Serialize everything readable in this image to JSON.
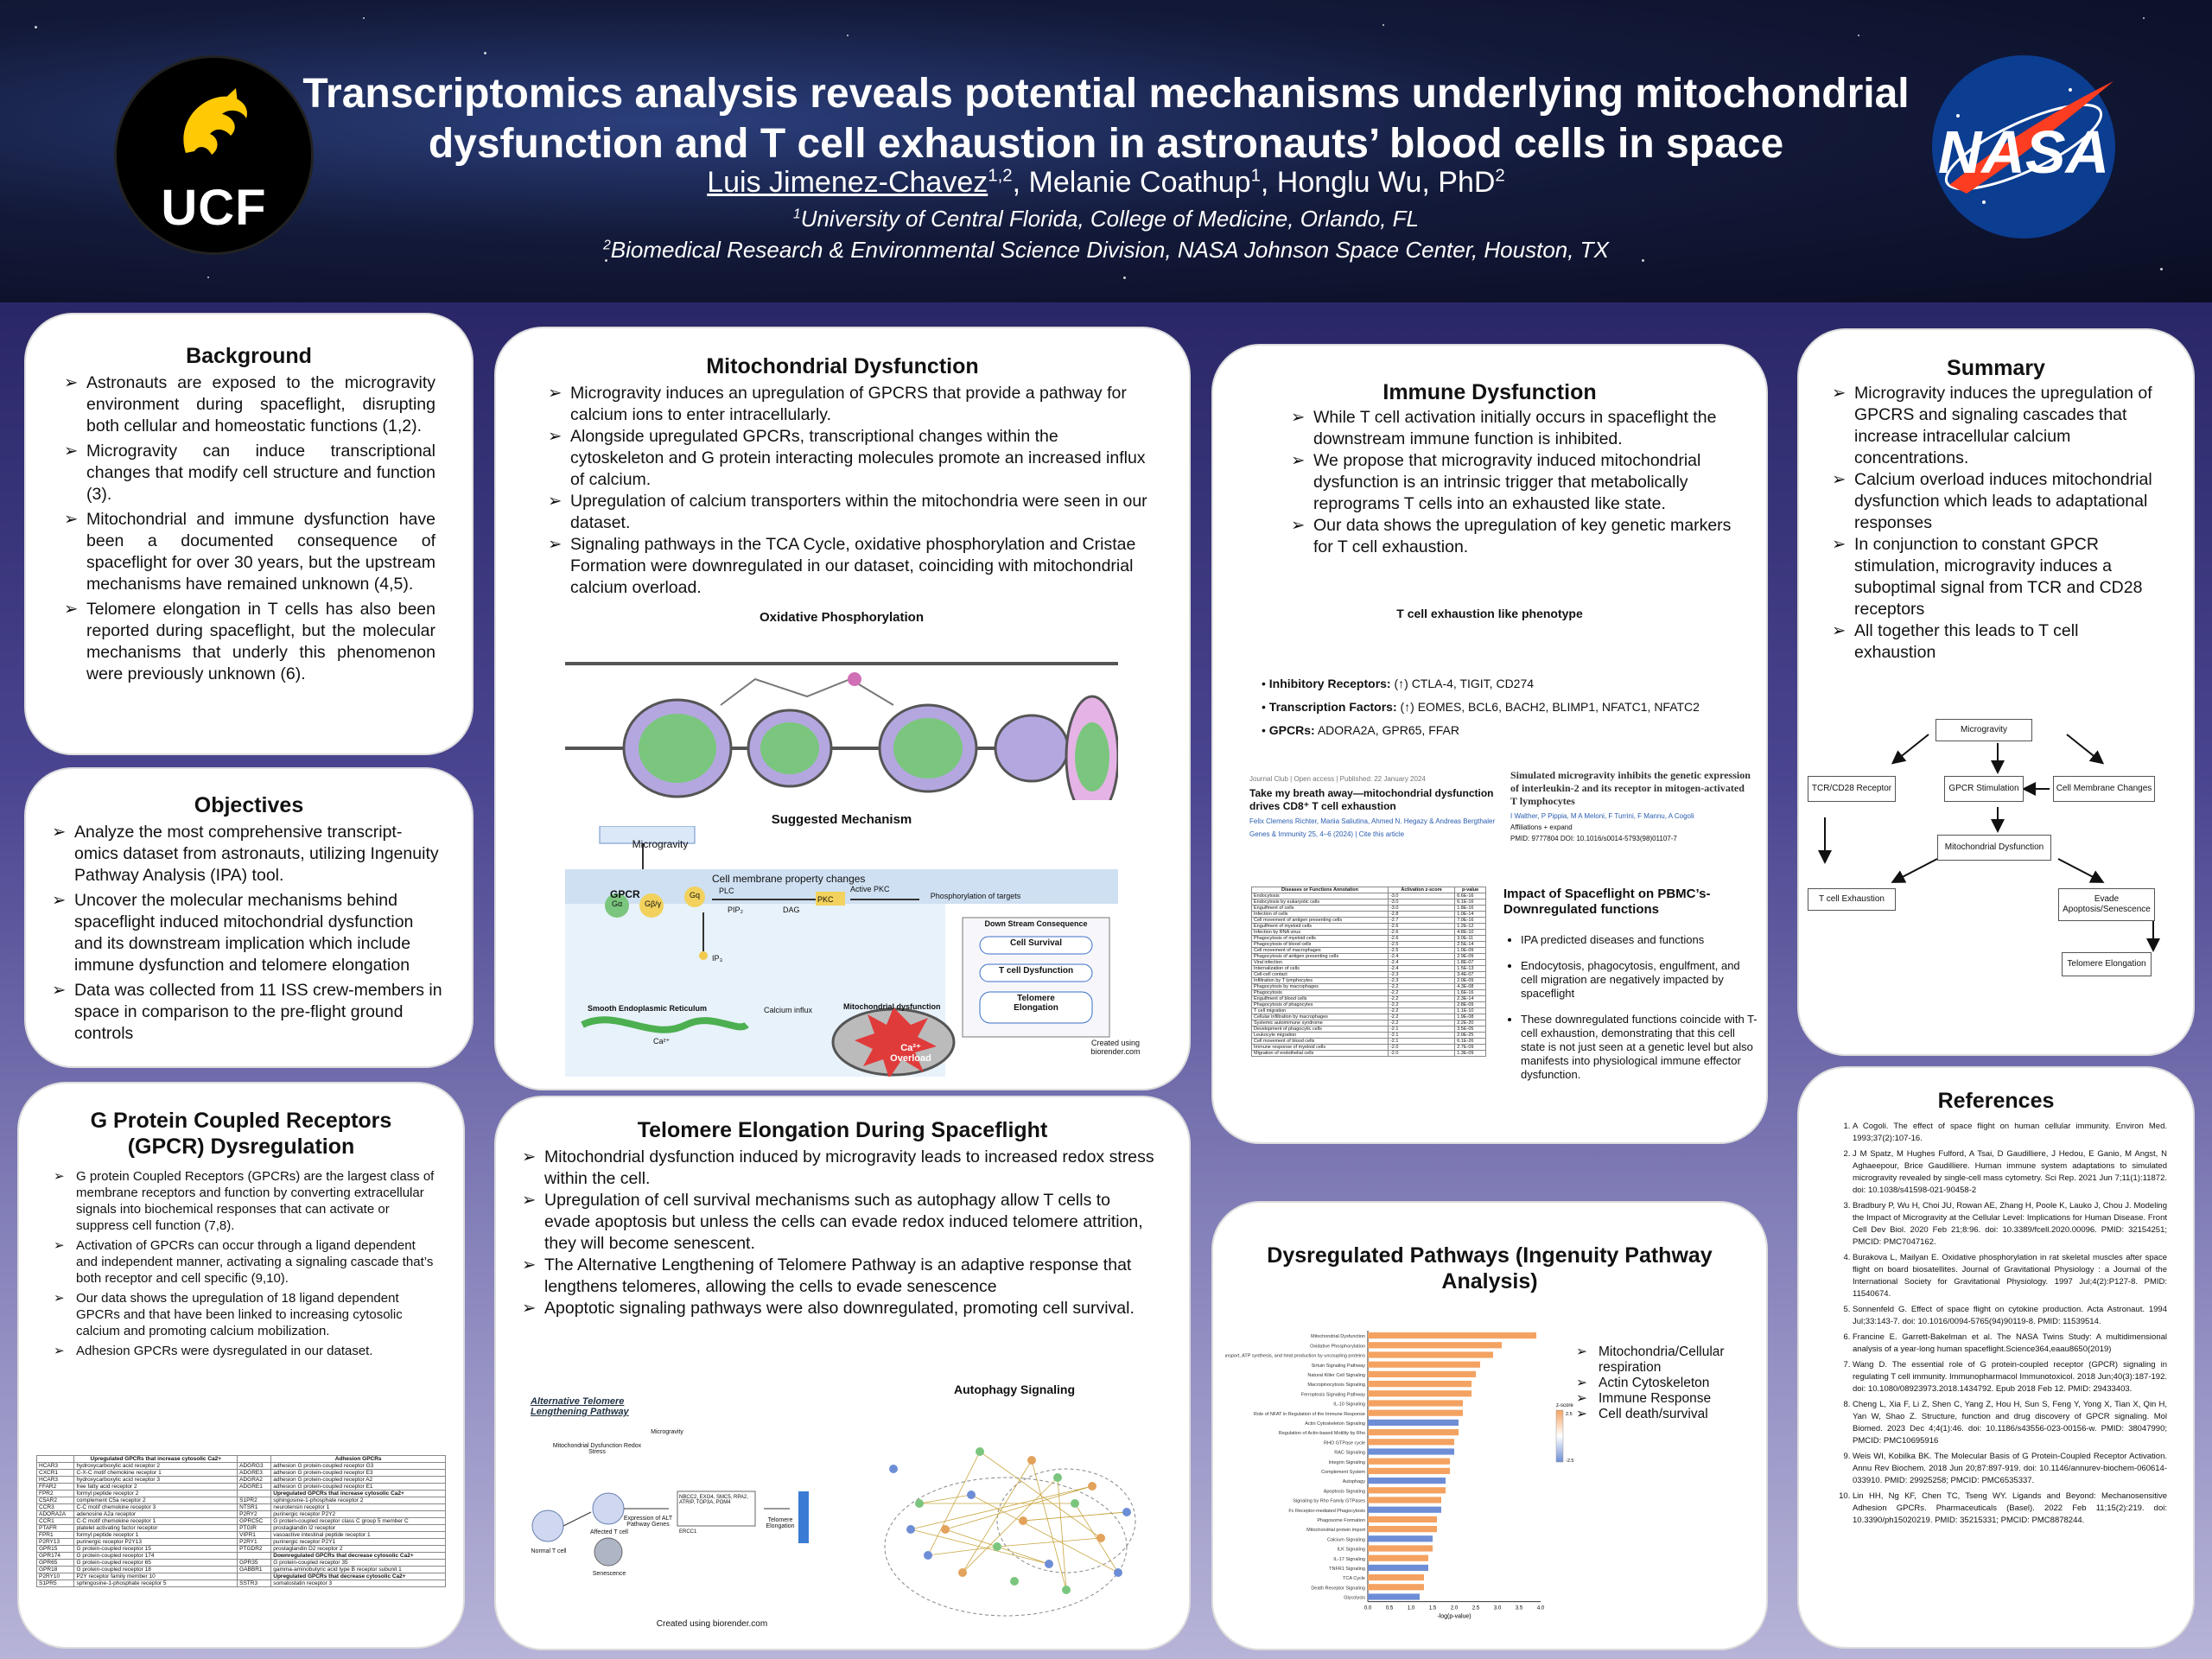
{
  "header": {
    "title_line1": "Transcriptomics analysis reveals potential mechanisms underlying mitochondrial",
    "title_line2": "dysfunction and T cell exhaustion in astronauts’ blood cells in space",
    "author1": "Luis Jimenez-Chavez",
    "author1_sup": "1,2",
    "author2": ", Melanie Coathup",
    "author2_sup": "1",
    "author3": ", Honglu Wu, PhD",
    "author3_sup": "2",
    "affil1_sup": "1",
    "affil1": "University of Central Florida, College of Medicine, Orlando, FL",
    "affil2_sup": "2",
    "affil2": "Biomedical Research & Environmental Science Division, NASA Johnson Space Center, Houston, TX",
    "left_logo": "UCF",
    "right_logo": "NASA"
  },
  "background": {
    "heading": "Background",
    "items": [
      "Astronauts are exposed to the microgravity environment during spaceflight, disrupting both cellular and homeostatic functions (1,2).",
      "Microgravity can induce transcriptional changes that modify cell structure and function (3).",
      "Mitochondrial and immune dysfunction have been a documented consequence of spaceflight for over 30 years, but the upstream mechanisms have remained unknown (4,5).",
      "Telomere elongation in T cells has also been reported during spaceflight, but the molecular mechanisms that underly this phenomenon were previously unknown (6)."
    ]
  },
  "objectives": {
    "heading": "Objectives",
    "items": [
      "Analyze the most comprehensive transcript-omics dataset from astronauts, utilizing Ingenuity Pathway Analysis (IPA) tool.",
      "Uncover the molecular mechanisms behind spaceflight induced mitochondrial dysfunction and its downstream implication which include immune dysfunction and telomere elongation",
      "Data was collected from 11 ISS crew-members in space in comparison to the pre-flight ground controls"
    ]
  },
  "gpcr": {
    "heading": "G Protein Coupled Receptors (GPCR) Dysregulation",
    "items": [
      "G protein Coupled Receptors (GPCRs) are the largest class of membrane receptors and function by converting extracellular signals into biochemical responses that can activate or suppress cell function (7,8).",
      "Activation of GPCRs can occur through a ligand dependent and independent manner, activating a signaling cascade that’s both receptor and cell specific (9,10).",
      "Our data shows the upregulation of 18 ligand dependent GPCRs and that have been linked to increasing cytosolic calcium and promoting calcium mobilization.",
      "Adhesion GPCRs were dysregulated in our dataset."
    ],
    "table_headers": [
      "",
      "Upregulated GPCRs that increase cytosolic Ca2+",
      "",
      "Adhesion GPCRs"
    ],
    "table_rows": [
      [
        "HCAR3",
        "hydroxycarboxylic acid receptor 2",
        "ADGRG3",
        "adhesion G protein-coupled receptor G3"
      ],
      [
        "CXCR1",
        "C-X-C motif chemokine receptor 1",
        "ADGRE3",
        "adhesion G protein-coupled receptor E3"
      ],
      [
        "HCAR3",
        "hydroxycarboxylic acid receptor 3",
        "ADGRA2",
        "adhesion G protein-coupled receptor A2"
      ],
      [
        "FFAR2",
        "free fatty acid receptor 2",
        "ADGRE1",
        "adhesion G protein-coupled receptor E1"
      ],
      [
        "FPR2",
        "formyl peptide receptor 2",
        "",
        "Upregulated GPCRs that increase cytosolic Ca2+"
      ],
      [
        "C5AR2",
        "complement C5a receptor 2",
        "S1PR2",
        "sphingosine-1-phosphate receptor 2"
      ],
      [
        "CCR3",
        "C-C motif chemokine receptor 3",
        "NTSR1",
        "neurotensin receptor 1"
      ],
      [
        "ADORA2A",
        "adenosine A2a receptor",
        "P2RY2",
        "purinergic receptor P2Y2"
      ],
      [
        "CCR1",
        "C-C motif chemokine receptor 1",
        "GPRC5C",
        "G protein-coupled receptor class C group 5 member C"
      ],
      [
        "PTAFR",
        "platelet activating factor receptor",
        "PTGIR",
        "prostaglandin I2 receptor"
      ],
      [
        "FPR1",
        "formyl peptide receptor 1",
        "VIPR1",
        "vasoactive intestinal peptide receptor 1"
      ],
      [
        "P2RY13",
        "purinergic receptor P2Y13",
        "P2RY1",
        "purinergic receptor P2Y1"
      ],
      [
        "GPR15",
        "G protein-coupled receptor 15",
        "PTGDR2",
        "prostaglandin D2 receptor 2"
      ],
      [
        "GPR174",
        "G protein-coupled receptor 174",
        "",
        "Downregulated GPCRs that decrease cytosolic Ca2+"
      ],
      [
        "GPR65",
        "G protein-coupled receptor 65",
        "GPR35",
        "G protein-coupled receptor 35"
      ],
      [
        "GPR18",
        "G protein-coupled receptor 18",
        "GABBR1",
        "gamma-aminobutyric acid type B receptor subunit 1"
      ],
      [
        "P2RY10",
        "P2Y receptor family member 10",
        "",
        "Upregulated GPCRs that decrease cytosolic Ca2+"
      ],
      [
        "S1PR5",
        "sphingosine-1-phosphate receptor 5",
        "SSTR3",
        "somatostatin receptor 3"
      ]
    ]
  },
  "mito": {
    "heading": "Mitochondrial Dysfunction",
    "items": [
      "Microgravity induces an upregulation of GPCRS that provide a pathway for calcium ions to enter intracellularly.",
      "Alongside upregulated GPCRs, transcriptional changes within the cytoskeleton and G protein interacting molecules promote an increased influx of calcium.",
      "Upregulation of calcium transporters within the mitochondria were seen in our dataset.",
      "Signaling pathways in the TCA Cycle, oxidative phosphorylation and Cristae Formation were downregulated in our dataset, coinciding with mitochondrial calcium overload."
    ],
    "oxphos_title": "Oxidative Phosphorylation",
    "mech_title": "Suggested Mechanism",
    "mech_labels": {
      "microgravity": "Microgravity",
      "membrane": "Cell membrane property changes",
      "gpcr": "GPCR",
      "ga": "Gα",
      "gby": "Gβ/γ",
      "gq": "Gq",
      "plc": "PLC",
      "pip2": "PIP₂",
      "dag": "DAG",
      "pkc": "PKC",
      "active_pkc": "Active PKC",
      "phos": "Phosphorylation of targets",
      "ip3": "IP₃",
      "ser": "Smooth Endoplasmic Reticulum",
      "ca_influx": "Calcium influx",
      "ca": "Ca²⁺",
      "mito_dys": "Mitochondrial dysfunction",
      "overload1": "Ca²⁺",
      "overload2": "Overload",
      "downstream": "Down Stream Consequence",
      "cell_survival": "Cell Survival",
      "tcell_dys": "T cell Dysfunction",
      "telomere": "Telomere Elongation"
    },
    "credit": "Created using biorender.com"
  },
  "telomere": {
    "heading": "Telomere Elongation During Spaceflight",
    "items": [
      "Mitochondrial dysfunction induced by microgravity leads to increased redox stress within the cell.",
      "Upregulation of cell survival mechanisms such as autophagy allow T cells to evade apoptosis but unless the cells can evade redox induced telomere attrition, they will become senescent.",
      "The Alternative Lengthening of Telomere Pathway is an adaptive response that lengthens telomeres, allowing the cells to evade senescence",
      "Apoptotic signaling pathways were also downregulated, promoting cell survival."
    ],
    "alt_title": "Alternative Telomere Lengthening Pathway",
    "autophagy_title": "Autophagy Signaling",
    "credit": "Created using biorender.com",
    "labels": {
      "microgravity": "Microgravity",
      "mito": "Mitochondrial Dysfunction Redox Stress",
      "normal": "Normal T cell",
      "affected": "Affected T cell",
      "senescence": "Senescence",
      "alt": "Expression of ALT Pathway Genes",
      "genes": "NBCC2, EXO4, SMC5, RPA2, ATRIP, TOP3A, POM4",
      "other": "ERCC1",
      "telomere": "Telomere Elongation"
    }
  },
  "immune": {
    "heading": "Immune Dysfunction",
    "items": [
      "While T cell activation initially occurs in spaceflight the downstream immune function is inhibited.",
      "We propose that microgravity induced mitochondrial dysfunction is an intrinsic trigger that metabolically reprograms T cells into an exhausted like state.",
      "Our data shows the upregulation of key genetic markers for T cell exhaustion."
    ],
    "phenotype_title": "T cell exhaustion like phenotype",
    "markers": [
      {
        "label": "Inhibitory Receptors:",
        "text": " (↑) CTLA-4, TIGIT, CD274"
      },
      {
        "label": "Transcription Factors:",
        "text": " (↑) EOMES, BCL6, BACH2, BLIMP1, NFATC1, NFATC2"
      },
      {
        "label": "GPCRs:",
        "text": " ADORA2A, GPR65, FFAR"
      }
    ],
    "paper1_meta": "Journal Club | Open access | Published: 22 January 2024",
    "paper1_title": "Take my breath away—mitochondrial dysfunction drives CD8⁺ T cell exhaustion",
    "paper1_authors": "Felix Clemens Richter, Mariia Saliutina, Ahmed N. Hegazy & Andreas Bergthaler",
    "paper1_journal": "Genes & Immunity 25, 4–6 (2024) | Cite this article",
    "paper2_title": "Simulated microgravity inhibits the genetic expression of interleukin-2 and its receptor in mitogen-activated T lymphocytes",
    "paper2_authors": "I Walther, P Pippia, M A Meloni, F Turrini, F Mannu, A Cogoli",
    "paper2_affil": "Affiliations + expand",
    "paper2_ids": "PMID: 9777804 DOI: 10.1016/s0014-5793(98)01107-7",
    "impact_title": "Impact of Spaceflight on PBMC’s- Downregulated functions",
    "impact_items": [
      "IPA predicted diseases and functions",
      "Endocytosis, phagocytosis, engulfment, and cell migration are negatively impacted by spaceflight",
      "These downregulated functions coincide with T- cell exhaustion, demonstrating that this cell state is not just seen at a genetic level but also manifests into physiological immune effector dysfunction."
    ],
    "table_headers": [
      "Diseases or Functions Annotation",
      "Activation z-score",
      "p-value"
    ],
    "table_rows": [
      [
        "Endocytosis",
        "-3.0",
        "6.6E-16"
      ],
      [
        "Endocytosis by eukaryotic cells",
        "-3.0",
        "6.1E-16"
      ],
      [
        "Engulfment of cells",
        "-3.0",
        "1.8E-16"
      ],
      [
        "Infection of cells",
        "-2.8",
        "1.0E-14"
      ],
      [
        "Cell movement of antigen presenting cells",
        "-2.7",
        "7.0E-16"
      ],
      [
        "Engulfment of myeloid cells",
        "-2.6",
        "1.2E-12"
      ],
      [
        "Infection by RNA virus",
        "-2.6",
        "4.8E-10"
      ],
      [
        "Phagocytosis of myeloid cells",
        "-2.6",
        "3.0E-11"
      ],
      [
        "Phagocytosis of blood cells",
        "-2.5",
        "2.5E-14"
      ],
      [
        "Cell movement of macrophages",
        "-2.5",
        "1.0E-09"
      ],
      [
        "Phagocytosis of antigen presenting cells",
        "-2.4",
        "2.9E-09"
      ],
      [
        "Viral infection",
        "-2.4",
        "1.8E-07"
      ],
      [
        "Internalization of cells",
        "-2.4",
        "1.5E-13"
      ],
      [
        "Cell-cell contact",
        "-2.3",
        "3.4E-07"
      ],
      [
        "Infiltration by T lymphocytes",
        "-2.3",
        "2.0E-09"
      ],
      [
        "Phagocytosis by macrophages",
        "-2.2",
        "4.3E-08"
      ],
      [
        "Phagocytosis",
        "-2.2",
        "1.6E-16"
      ],
      [
        "Engulfment of blood cells",
        "-2.2",
        "2.3E-14"
      ],
      [
        "Phagocytosis of phagocytes",
        "-2.2",
        "2.8E-09"
      ],
      [
        "T cell migration",
        "-2.2",
        "1.1E-10"
      ],
      [
        "Cellular infiltration by macrophages",
        "-2.2",
        "1.9E-08"
      ],
      [
        "Systemic autoimmune syndrome",
        "-2.2",
        "2.2E-20"
      ],
      [
        "Development of phagocytic cells",
        "-2.1",
        "3.5E-05"
      ],
      [
        "Leukocyte migration",
        "-2.1",
        "2.0E-25"
      ],
      [
        "Cell movement of blood cells",
        "-2.1",
        "6.1E-26"
      ],
      [
        "Immune response of myeloid cells",
        "-2.0",
        "2.7E-09"
      ],
      [
        "Migration of endothelial cells",
        "-2.0",
        "1.3E-09"
      ]
    ]
  },
  "pathways": {
    "heading": "Dysregulated Pathways (Ingenuity Pathway Analysis)",
    "items": [
      "Mitochondria/Cellular respiration",
      "Actin Cytoskeleton",
      "Immune Response",
      "Cell death/survival"
    ],
    "xlabel": "-log(p-value)",
    "legend_title": "z-score",
    "legend_top": "2.5",
    "legend_bottom": "-2.5",
    "x_ticks": [
      "0.0",
      "0.5",
      "1.0",
      "1.5",
      "2.0",
      "2.5",
      "3.0",
      "3.5",
      "4.0"
    ]
  },
  "chart_data": {
    "type": "bar",
    "orientation": "horizontal",
    "categories": [
      "Mitochondrial Dysfunction",
      "Oxidative Phosphorylation",
      "Electron transport, ATP synthesis, and heat production by uncoupling proteins",
      "Sirtuin Signaling Pathway",
      "Natural Killer Cell Signaling",
      "Macropinocytosis Signaling",
      "Ferroptosis Signaling Pathway",
      "IL-10 Signaling",
      "Role of NFAT in Regulation of the Immune Response",
      "Actin Cytoskeleton Signaling",
      "Regulation of Actin-based Motility by Rho",
      "RHO GTPase cycle",
      "RAC Signaling",
      "Integrin Signaling",
      "Complement System",
      "Autophagy",
      "Apoptosis Signaling",
      "Signaling by Rho Family GTPases",
      "Fc Receptor-mediated Phagocytosis",
      "Phagosome Formation",
      "Mitochondrial protein import",
      "Calcium Signaling",
      "ILK Signaling",
      "IL-17 Signaling",
      "TNFR1 Signaling",
      "TCA Cycle",
      "Death Receptor Signaling",
      "Glycolysis"
    ],
    "values": [
      3.9,
      3.1,
      2.9,
      2.6,
      2.5,
      2.4,
      2.4,
      2.2,
      2.2,
      2.1,
      2.1,
      2.0,
      2.0,
      1.9,
      1.9,
      1.8,
      1.8,
      1.7,
      1.7,
      1.6,
      1.6,
      1.5,
      1.5,
      1.4,
      1.4,
      1.3,
      1.3,
      1.2
    ],
    "xlabel": "-log(p-value)",
    "xlim": [
      0,
      4
    ]
  },
  "summary": {
    "heading": "Summary",
    "items": [
      "Microgravity induces the upregulation of GPCRS and signaling cascades that increase intracellular calcium concentrations.",
      "Calcium overload induces mitochondrial dysfunction which leads to adaptational responses",
      "In conjunction to constant GPCR stimulation, microgravity induces a suboptimal signal from TCR and CD28 receptors",
      "All together this leads to T cell exhaustion"
    ],
    "flow": {
      "microgravity": "Microgravity",
      "tcr": "TCR/CD28 Receptor",
      "gpcr": "GPCR Stimulation",
      "membrane": "Cell Membrane Changes",
      "mito": "Mitochondrial Dysfunction",
      "exhaustion": "T cell Exhaustion",
      "evade": "Evade Apoptosis/Senescence",
      "telomere": "Telomere Elongation"
    }
  },
  "references": {
    "heading": "References",
    "items": [
      "A Cogoli. The effect of space flight on human cellular immunity. Environ Med. 1993;37(2):107-16.",
      "J M Spatz, M Hughes Fulford, A Tsai, D Gaudilliere, J Hedou, E Ganio, M Angst, N Aghaeepour, Brice Gaudilliere. Human immune system adaptations to simulated microgravity revealed by single-cell mass cytometry. Sci Rep. 2021 Jun 7;11(1):11872. doi: 10.1038/s41598-021-90458-2",
      "Bradbury P, Wu H, Choi JU, Rowan AE, Zhang H, Poole K, Lauko J, Chou J. Modeling the Impact of Microgravity at the Cellular Level: Implications for Human Disease. Front Cell Dev Biol. 2020 Feb 21;8:96. doi: 10.3389/fcell.2020.00096. PMID: 32154251; PMCID: PMC7047162.",
      "Burakova L, Mailyan E. Oxidative phosphorylation in rat skeletal muscles after space flight on board biosatellites. Journal of Gravitational Physiology : a Journal of the International Society for Gravitational Physiology. 1997 Jul;4(2):P127-8. PMID: 11540674.",
      "Sonnenfeld G. Effect of space flight on cytokine production. Acta Astronaut. 1994 Jul;33:143-7. doi: 10.1016/0094-5765(94)90119-8. PMID: 11539514.",
      "Francine E. Garrett-Bakelman et al. The NASA Twins Study: A multidimensional analysis of a year-long human spaceflight.Science364,eaau8650(2019)",
      "Wang D. The essential role of G protein-coupled receptor (GPCR) signaling in regulating T cell immunity. Immunopharmacol Immunotoxicol. 2018 Jun;40(3):187-192. doi: 10.1080/08923973.2018.1434792. Epub 2018 Feb 12. PMID: 29433403.",
      "Cheng L, Xia F, Li Z, Shen C, Yang Z, Hou H, Sun S, Feng Y, Yong X, Tian X, Qin H, Yan W, Shao Z. Structure, function and drug discovery of GPCR signaling. Mol Biomed. 2023 Dec 4;4(1):46. doi: 10.1186/s43556-023-00156-w. PMID: 38047990; PMCID: PMC10695916",
      "Weis WI, Kobilka BK. The Molecular Basis of G Protein-Coupled Receptor Activation. Annu Rev Biochem. 2018 Jun 20;87:897-919. doi: 10.1146/annurev-biochem-060614-033910. PMID: 29925258; PMCID: PMC6535337.",
      "Lin HH, Ng KF, Chen TC, Tseng WY. Ligands and Beyond: Mechanosensitive Adhesion GPCRs. Pharmaceuticals (Basel). 2022 Feb 11;15(2):219. doi: 10.3390/ph15020219. PMID: 35215331; PMCID: PMC8878244."
    ]
  },
  "colors": {
    "ucf_gold": "#ffc904",
    "nasa_blue": "#0b3d91",
    "nasa_red": "#fc3d21",
    "bar_orange": "#f4a261",
    "bar_blue": "#6d8ed6"
  }
}
